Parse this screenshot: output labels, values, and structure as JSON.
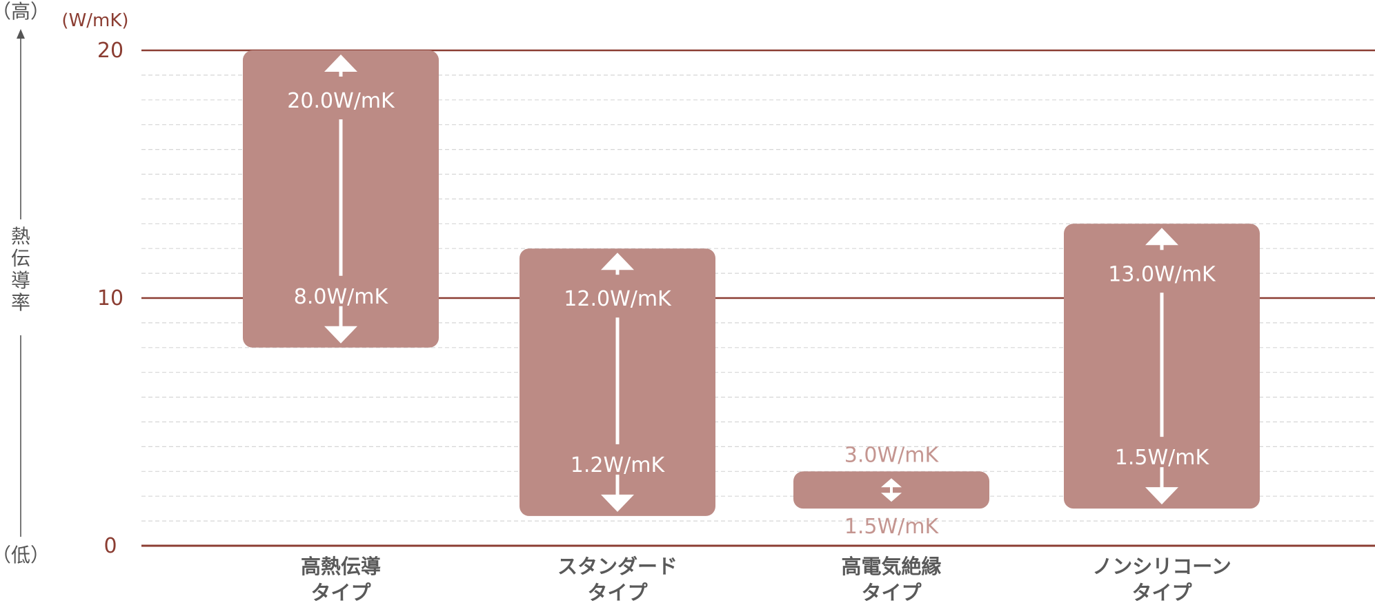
{
  "colors": {
    "bar": "#bc8b85",
    "major_grid": "#8b3d32",
    "minor_grid": "#d6d6d6",
    "tick_text": "#8b3d32",
    "category_text": "#595959",
    "outside_label": "#c49590"
  },
  "chart_data": {
    "type": "range-bar",
    "ylabel": "熱伝導率",
    "y_high_label": "（高）",
    "y_low_label": "（低）",
    "unit": "(W/mK)",
    "ylim": [
      0,
      20
    ],
    "yticks": [
      "0",
      "10",
      "20"
    ],
    "ytick_values": [
      0,
      10,
      20
    ],
    "minor_step": 1,
    "grid": true,
    "categories": [
      {
        "line1": "高熱伝導",
        "line2": "タイプ",
        "low": 8.0,
        "high": 20.0,
        "low_label": "8.0W/mK",
        "high_label": "20.0W/mK"
      },
      {
        "line1": "スタンダード",
        "line2": "タイプ",
        "low": 1.2,
        "high": 12.0,
        "low_label": "1.2W/mK",
        "high_label": "12.0W/mK"
      },
      {
        "line1": "高電気絶縁",
        "line2": "タイプ",
        "low": 1.5,
        "high": 3.0,
        "low_label": "1.5W/mK",
        "high_label": "3.0W/mK"
      },
      {
        "line1": "ノンシリコーン",
        "line2": "タイプ",
        "low": 1.5,
        "high": 13.0,
        "low_label": "1.5W/mK",
        "high_label": "13.0W/mK"
      }
    ]
  }
}
